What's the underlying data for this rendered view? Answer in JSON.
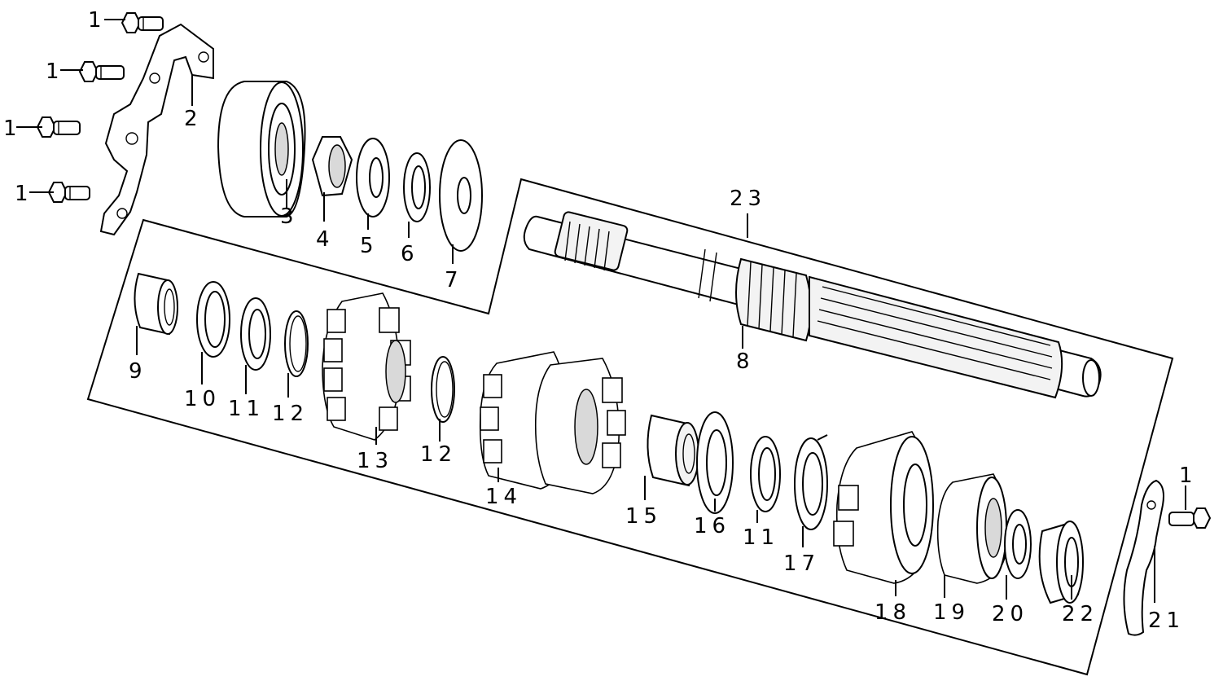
{
  "diagram": {
    "callouts": {
      "c1a": "1",
      "c1b": "1",
      "c1c": "1",
      "c1d": "1",
      "c1e": "1",
      "c2": "2",
      "c3": "3",
      "c4": "4",
      "c5": "5",
      "c6": "6",
      "c7": "7",
      "c8": "8",
      "c9": "9",
      "c10": "10",
      "c11a": "11",
      "c11b": "11",
      "c12a": "12",
      "c12b": "12",
      "c13": "13",
      "c14": "14",
      "c15": "15",
      "c16": "16",
      "c17": "17",
      "c18": "18",
      "c19": "19",
      "c20": "20",
      "c21": "21",
      "c22": "22",
      "c23": "23"
    }
  }
}
